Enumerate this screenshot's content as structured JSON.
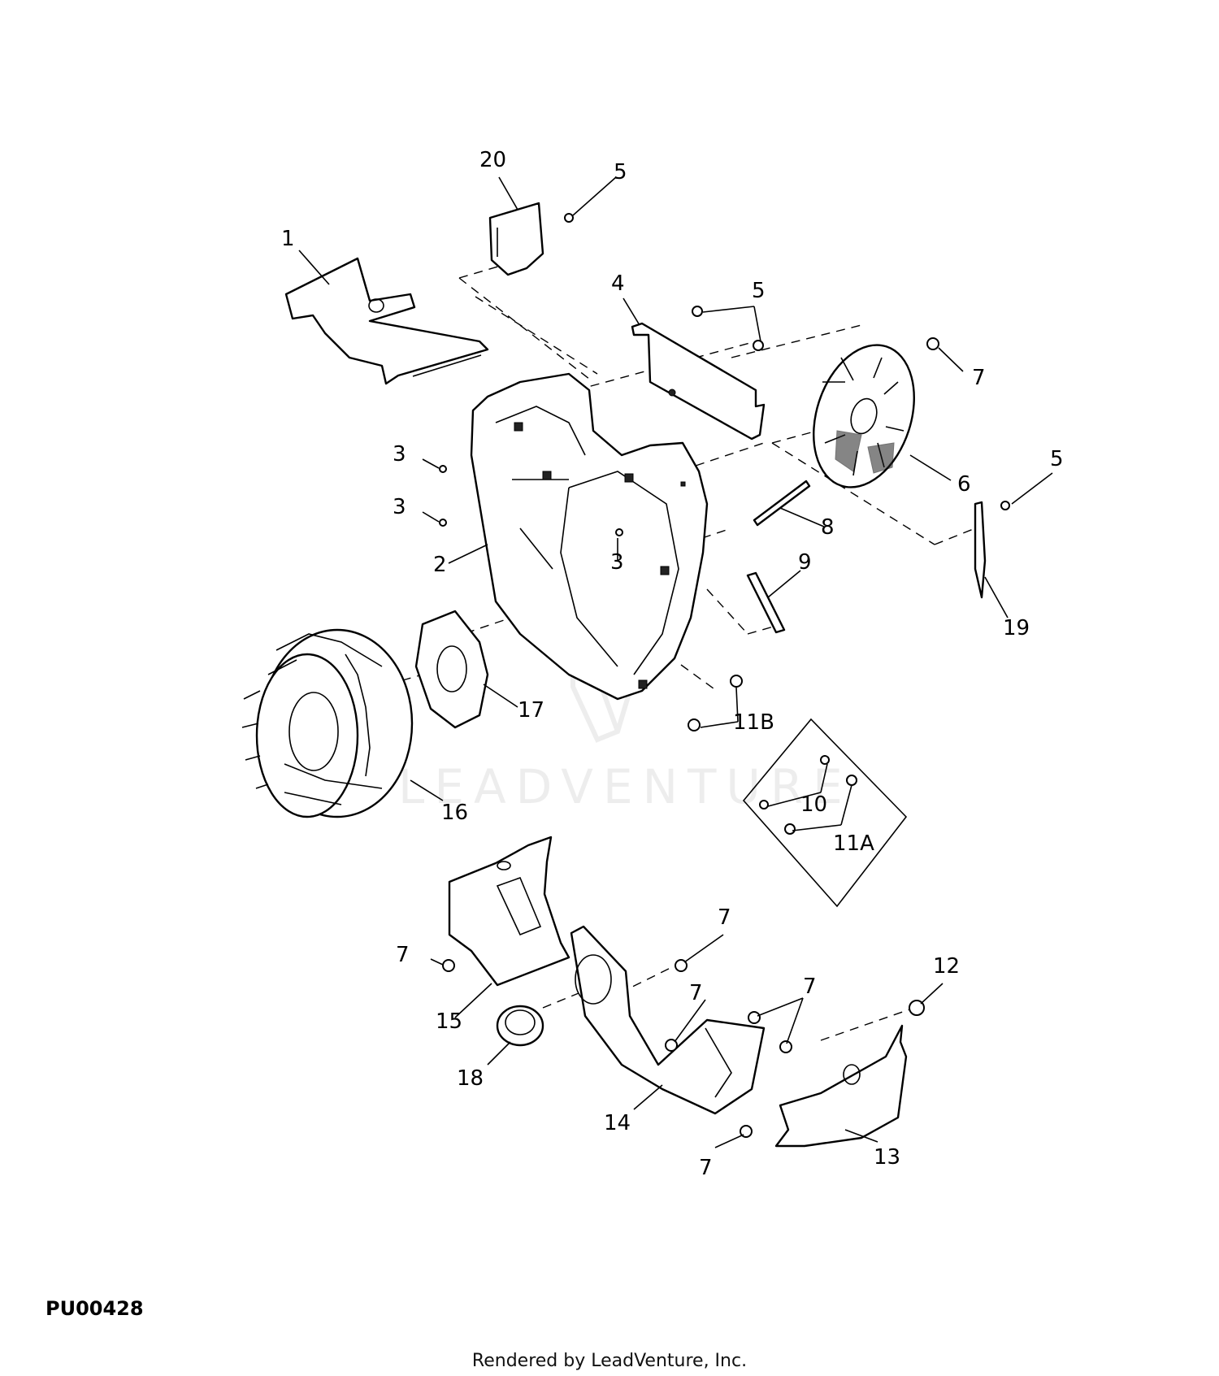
{
  "diagram": {
    "figure_id": "PU00428",
    "credit": "Rendered by LeadVenture, Inc.",
    "watermark": "LEADVENTURE",
    "callouts": {
      "c1": "1",
      "c2": "2",
      "c3a": "3",
      "c3b": "3",
      "c3c": "3",
      "c4": "4",
      "c5a": "5",
      "c5b": "5",
      "c5c": "5",
      "c6": "6",
      "c7a": "7",
      "c7b": "7",
      "c7c": "7",
      "c7d": "7",
      "c7e": "7",
      "c7f": "7",
      "c8": "8",
      "c9": "9",
      "c10": "10",
      "c11a": "11A",
      "c11b": "11B",
      "c12": "12",
      "c13": "13",
      "c14": "14",
      "c15": "15",
      "c16": "16",
      "c17": "17",
      "c18": "18",
      "c19": "19",
      "c20": "20"
    }
  }
}
